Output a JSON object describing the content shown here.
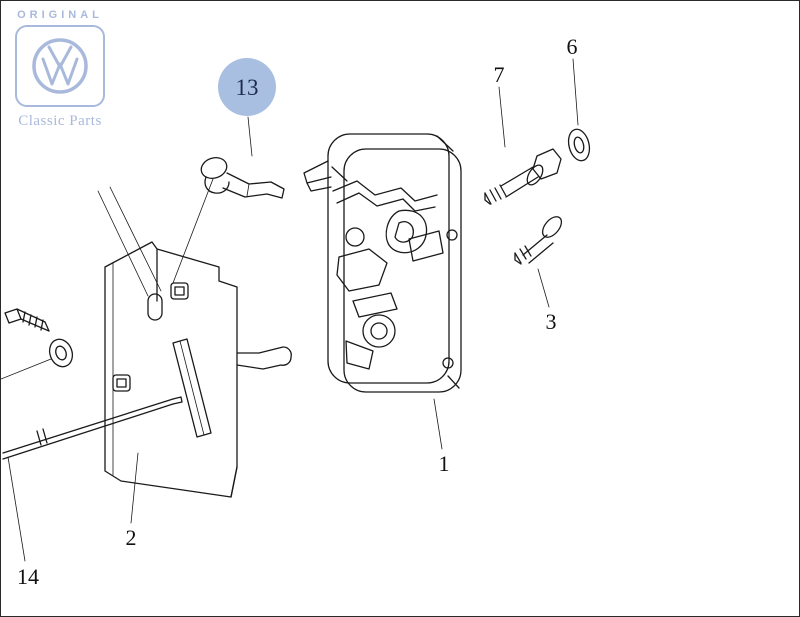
{
  "brand": {
    "original": "ORIGINAL",
    "classic_parts": "Classic Parts",
    "color": "#a9b9dc"
  },
  "diagram": {
    "highlighted_part": "13",
    "highlight_fill": "#a8bfe2",
    "highlight_text_color": "#1d2c4e",
    "line_color": "#1a1a1a",
    "background": "#ffffff",
    "labels": {
      "part1": "1",
      "part2": "2",
      "part3": "3",
      "part6": "6",
      "part7": "7",
      "part13": "13",
      "part14": "14"
    }
  }
}
